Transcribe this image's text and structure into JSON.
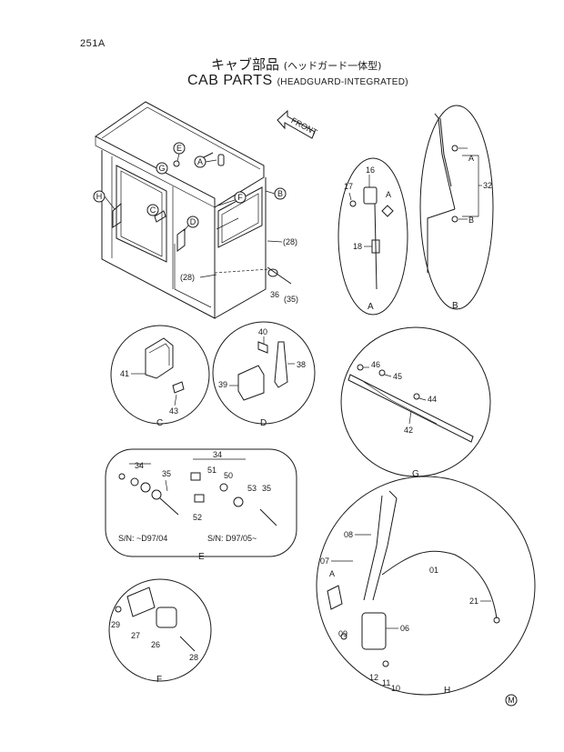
{
  "page_number": "251A",
  "title_jp": "キャブ部品",
  "title_jp_sub": "(ヘッドガード一体型)",
  "title_en": "CAB PARTS",
  "title_en_sub": "(HEADGUARD-INTEGRATED)",
  "front_label": "FRONT",
  "main_callouts": [
    "E",
    "A",
    "G",
    "F",
    "B",
    "C",
    "D",
    "H"
  ],
  "main_parts": [
    "(28)",
    "(28)",
    "36",
    "(35)"
  ],
  "detail_a": {
    "label": "A",
    "parts": [
      "16",
      "17",
      "18",
      "A"
    ]
  },
  "detail_b": {
    "label": "B",
    "parts": [
      "A",
      "B",
      "32"
    ]
  },
  "detail_c": {
    "label": "C",
    "parts": [
      "41",
      "43"
    ]
  },
  "detail_d": {
    "label": "D",
    "parts": [
      "40",
      "38",
      "39"
    ]
  },
  "detail_g": {
    "label": "G",
    "parts": [
      "46",
      "45",
      "44",
      "42"
    ]
  },
  "detail_e": {
    "label": "E",
    "parts": [
      "34",
      "35",
      "34",
      "51",
      "50",
      "52",
      "53",
      "35"
    ],
    "sn_left": "S/N: ~D97/04",
    "sn_right": "S/N: D97/05~"
  },
  "detail_f": {
    "label": "F",
    "parts": [
      "29",
      "27",
      "26",
      "28"
    ]
  },
  "detail_h": {
    "label": "H",
    "parts": [
      "08",
      "07",
      "A",
      "09",
      "01",
      "21",
      "06",
      "12",
      "11",
      "10"
    ]
  },
  "footer_mark": "M"
}
